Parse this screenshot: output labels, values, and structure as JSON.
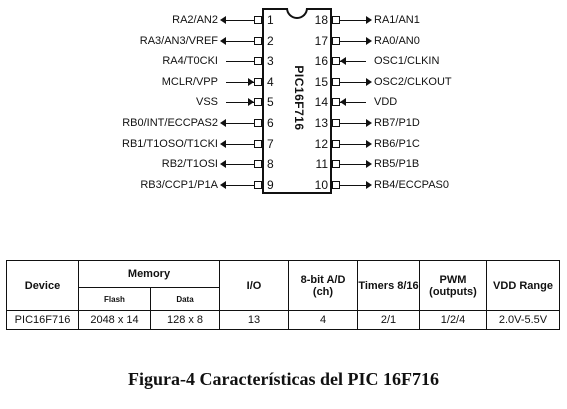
{
  "diagram": {
    "chip_name": "PIC16F716",
    "left_pins": [
      {
        "num": "1",
        "label": "RA2/AN2",
        "dir": "out"
      },
      {
        "num": "2",
        "label": "RA3/AN3/VREF",
        "dir": "out"
      },
      {
        "num": "3",
        "label": "RA4/T0CKI",
        "dir": "none"
      },
      {
        "num": "4",
        "label": "MCLR/VPP",
        "dir": "in"
      },
      {
        "num": "5",
        "label": "VSS",
        "dir": "in"
      },
      {
        "num": "6",
        "label": "RB0/INT/ECCPAS2",
        "dir": "out"
      },
      {
        "num": "7",
        "label": "RB1/T1OSO/T1CKI",
        "dir": "out"
      },
      {
        "num": "8",
        "label": "RB2/T1OSI",
        "dir": "out"
      },
      {
        "num": "9",
        "label": "RB3/CCP1/P1A",
        "dir": "out"
      }
    ],
    "right_pins": [
      {
        "num": "18",
        "label": "RA1/AN1",
        "dir": "out"
      },
      {
        "num": "17",
        "label": "RA0/AN0",
        "dir": "out"
      },
      {
        "num": "16",
        "label": "OSC1/CLKIN",
        "dir": "in"
      },
      {
        "num": "15",
        "label": "OSC2/CLKOUT",
        "dir": "out"
      },
      {
        "num": "14",
        "label": "VDD",
        "dir": "in"
      },
      {
        "num": "13",
        "label": "RB7/P1D",
        "dir": "out"
      },
      {
        "num": "12",
        "label": "RB6/P1C",
        "dir": "out"
      },
      {
        "num": "11",
        "label": "RB5/P1B",
        "dir": "out"
      },
      {
        "num": "10",
        "label": "RB4/ECCPAS0",
        "dir": "out"
      }
    ]
  },
  "table": {
    "headers": {
      "device": "Device",
      "memory": "Memory",
      "flash": "Flash",
      "data": "Data",
      "io": "I/O",
      "adc": "8-bit A/D (ch)",
      "timers": "Timers 8/16",
      "pwm": "PWM (outputs)",
      "vdd": "VDD Range"
    },
    "rows": [
      {
        "device": "PIC16F716",
        "flash": "2048 x 14",
        "data": "128 x 8",
        "io": "13",
        "adc": "4",
        "timers": "2/1",
        "pwm": "1/2/4",
        "vdd": "2.0V-5.5V"
      }
    ]
  },
  "caption": "Figura-4 Características del PIC 16F716"
}
